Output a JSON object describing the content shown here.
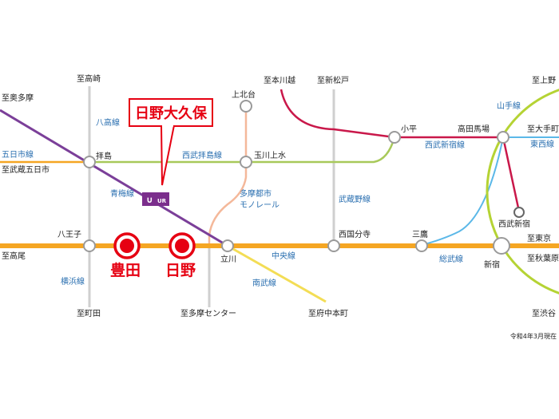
{
  "colors": {
    "chuo": "#f5a623",
    "seibu": "#a8c95a",
    "ome": "#7b3f99",
    "nambu": "#f3dd55",
    "seibu_shinjuku": "#c9184a",
    "yamanote": "#b5d334",
    "sobu": "#5bb8e8",
    "monorail": "#f4b89a",
    "hachiko": "#cfcfcf",
    "highlight": "#e60012",
    "ur": "#7b2e8c"
  },
  "callout": {
    "label": "日野大久保"
  },
  "logo": {
    "text": "UR"
  },
  "highlight_stations": {
    "toyoda": "豊田",
    "hino": "日野"
  },
  "stations": {
    "haijima": "拝島",
    "hachioji": "八王子",
    "tachikawa": "立川",
    "tamagawa_josui": "玉川上水",
    "kodaira": "小平",
    "takadanobaba": "高田馬場",
    "nishikokubunji": "西国分寺",
    "mitaka": "三鷹",
    "shinjuku": "新宿",
    "seibu_shinjuku": "西武新宿",
    "kamikitadai": "上北台"
  },
  "destinations": {
    "takasaki": "至高崎",
    "okutama": "至奥多摩",
    "musashi_itsukaichi": "至武蔵五日市",
    "takao": "至高尾",
    "machida": "至町田",
    "tama_center": "至多摩センター",
    "fuchu_hommachi": "至府中本町",
    "honkawagoe": "至本川越",
    "shin_matsudo": "至新松戸",
    "kami_no": "至上野",
    "otemachi": "至大手町",
    "tokyo": "至東京",
    "akihabara": "至秋葉原",
    "shibuya": "至渋谷"
  },
  "lines": {
    "hachiko": "八高線",
    "itsukaichi": "五日市線",
    "ome": "青梅線",
    "seibu_haijima": "西武拝島線",
    "tama_monorail": "多摩都市\nモノレール",
    "musashino": "武蔵野線",
    "seibu_shinjuku": "西武新宿線",
    "yamanote": "山手線",
    "tozai": "東西線",
    "chuo": "中央線",
    "sobu": "総武線",
    "nambu": "南武線",
    "yokohama": "横浜線"
  },
  "note": "令和4年3月現在"
}
